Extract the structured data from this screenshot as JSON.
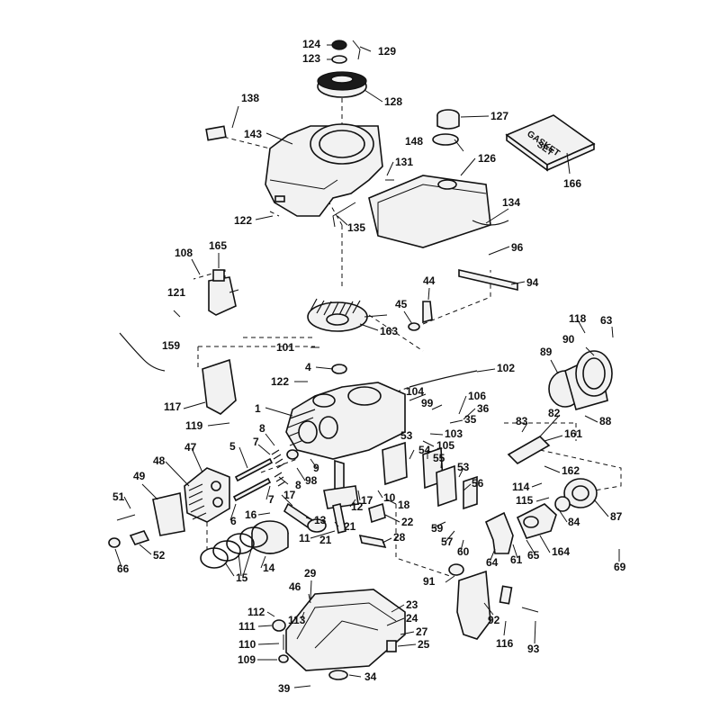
{
  "diagram": {
    "gasket_box_text": [
      "GASKET",
      "SET"
    ],
    "callouts": [
      "1",
      "4",
      "5",
      "6",
      "7",
      "8",
      "9",
      "10",
      "11",
      "12",
      "13",
      "14",
      "15",
      "16",
      "17",
      "18",
      "21",
      "22",
      "23",
      "24",
      "25",
      "27",
      "28",
      "29",
      "34",
      "35",
      "36",
      "39",
      "44",
      "45",
      "46",
      "47",
      "48",
      "49",
      "51",
      "52",
      "53",
      "54",
      "55",
      "56",
      "57",
      "59",
      "60",
      "61",
      "63",
      "64",
      "65",
      "66",
      "69",
      "82",
      "83",
      "84",
      "87",
      "88",
      "89",
      "90",
      "91",
      "92",
      "93",
      "94",
      "96",
      "98",
      "99",
      "101",
      "102",
      "103",
      "104",
      "105",
      "106",
      "108",
      "109",
      "110",
      "111",
      "112",
      "113",
      "114",
      "115",
      "116",
      "117",
      "118",
      "119",
      "121",
      "122",
      "123",
      "124",
      "126",
      "127",
      "128",
      "129",
      "131",
      "134",
      "135",
      "138",
      "143",
      "148",
      "159",
      "161",
      "162",
      "163",
      "164",
      "165",
      "166"
    ]
  }
}
